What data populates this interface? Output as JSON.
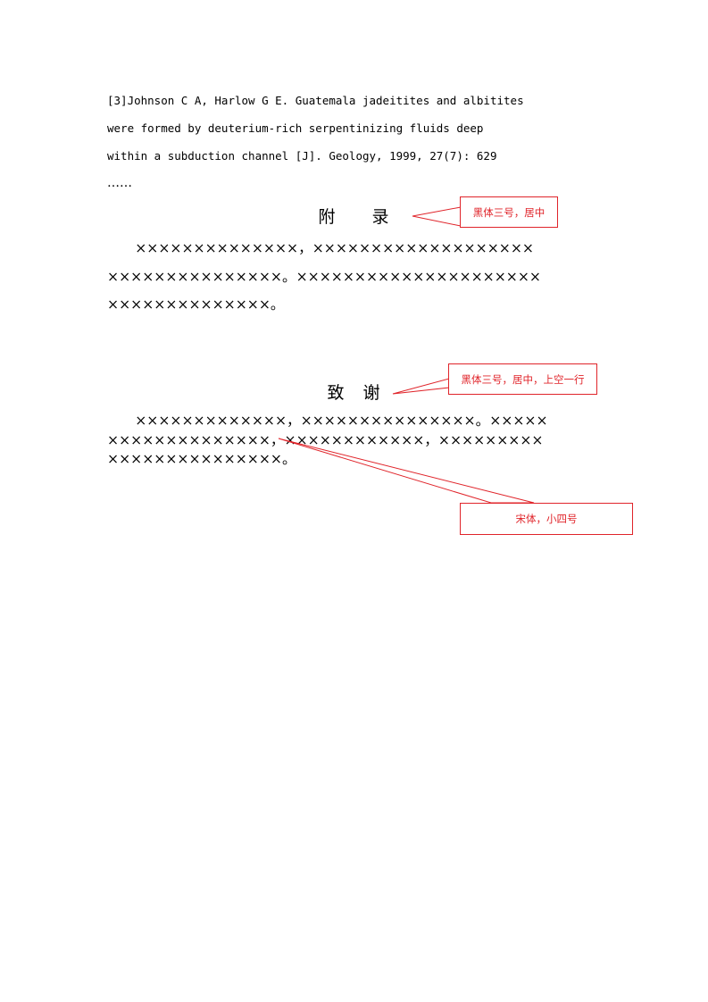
{
  "references": {
    "lines": [
      "[3]Johnson C A, Harlow G E. Guatemala jadeitites and albitites",
      "were formed by deuterium-rich serpentinizing fluids deep",
      "within a subduction channel [J]. Geology, 1999, 27(7): 629"
    ],
    "ellipsis": "……"
  },
  "appendix": {
    "title": "附　　录",
    "lines": [
      "　　××××××××××××××，×××××××××××××××××××",
      "×××××××××××××××。×××××××××××××××××××××",
      "××××××××××××××。"
    ]
  },
  "acknowledgement": {
    "title": "致　谢",
    "lines": [
      "　　×××××××××××××，×××××××××××××××。×××××",
      "××××××××××××××，××××××××××××，×××××××××",
      "×××××××××××××××。"
    ]
  },
  "annotations": {
    "appendix_heading": "黑体三号，居中",
    "ack_heading": "黑体三号，居中，上空一行",
    "body_text": "宋体，小四号"
  },
  "colors": {
    "annotation": "#e0242a",
    "text": "#000000"
  }
}
